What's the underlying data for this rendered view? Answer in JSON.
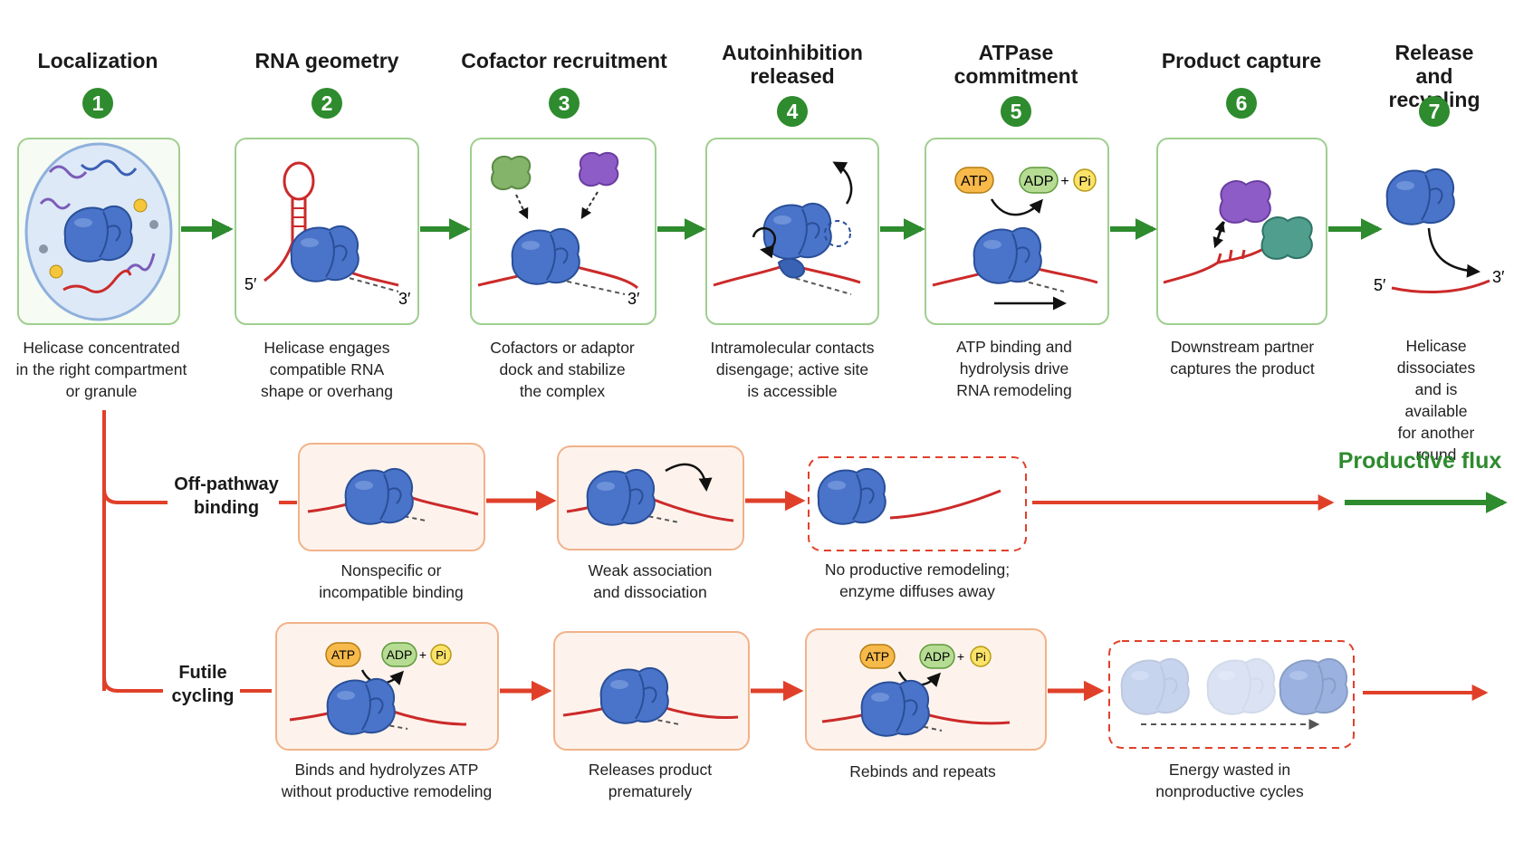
{
  "steps": [
    {
      "num": "1",
      "title": "Localization",
      "caption": "Helicase concentrated\nin the right compartment\nor granule"
    },
    {
      "num": "2",
      "title": "RNA geometry",
      "caption": "Helicase engages\ncompatible RNA\nshape or overhang"
    },
    {
      "num": "3",
      "title": "Cofactor recruitment",
      "caption": "Cofactors or adaptor\ndock and stabilize\nthe complex"
    },
    {
      "num": "4",
      "title": "Autoinhibition\nreleased",
      "caption": "Intramolecular contacts\ndisengage; active site\nis accessible"
    },
    {
      "num": "5",
      "title": "ATPase\ncommitment",
      "caption": "ATP binding and\nhydrolysis drive\nRNA remodeling"
    },
    {
      "num": "6",
      "title": "Product capture",
      "caption": "Downstream partner\ncaptures the product"
    },
    {
      "num": "7",
      "title": "Release and\nrecycling",
      "caption": "Helicase dissociates\nand is available\nfor another round"
    }
  ],
  "rna_ends": {
    "five": "5′",
    "three": "3′"
  },
  "molecules": {
    "atp": "ATP",
    "adp": "ADP",
    "pi": "Pi",
    "plus": "+"
  },
  "off_pathway": {
    "label": "Off-pathway\nbinding",
    "captions": [
      "Nonspecific or\nincompatible binding",
      "Weak association\nand dissociation",
      "No productive remodeling;\nenzyme diffuses away"
    ]
  },
  "futile": {
    "label": "Futile\ncycling",
    "captions": [
      "Binds and hydrolyzes ATP\nwithout productive remodeling",
      "Releases product\nprematurely",
      "Rebinds and repeats",
      "Energy wasted in\nnonproductive cycles"
    ]
  },
  "flux_label": "Productive flux",
  "colors": {
    "green": "#2e8b2e",
    "red": "#e0402a",
    "protein": "#4a74c9",
    "rna": "#cc2a2a",
    "green_box": "#9fcf8f",
    "orange_box": "#f2b28a",
    "orange_fill": "#fdf3ec",
    "cofactor_green": "#84b46a",
    "cofactor_purple": "#8e5cc7",
    "partner_teal": "#4f9e8e"
  }
}
